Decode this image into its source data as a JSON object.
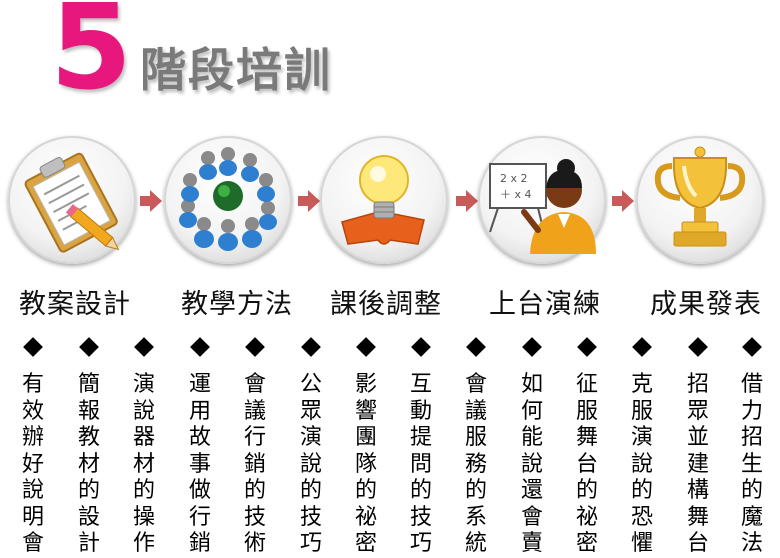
{
  "title": {
    "number": "5",
    "text": "階段培訓"
  },
  "stages": [
    {
      "label": "教案設計",
      "icon": "clipboard-pencil-icon"
    },
    {
      "label": "教學方法",
      "icon": "people-globe-icon"
    },
    {
      "label": "課後調整",
      "icon": "lightbulb-puzzle-icon"
    },
    {
      "label": "上台演練",
      "icon": "teacher-board-icon"
    },
    {
      "label": "成果發表",
      "icon": "trophy-icon"
    }
  ],
  "items": [
    "有效辦好說明會",
    "簡報教材的設計",
    "演說器材的操作",
    "運用故事做行銷",
    "會議行銷的技術",
    "公眾演說的技巧",
    "影響團隊的祕密",
    "互動提問的技巧",
    "會議服務的系統",
    "如何能說還會賣",
    "征服舞台的祕密",
    "克服演說的恐懼",
    "招眾並建構舞台",
    "借力招生的魔法"
  ],
  "colors": {
    "accent": "#e8177d",
    "title_gray": "#7a7a7a",
    "arrow": "#c95a5a"
  }
}
